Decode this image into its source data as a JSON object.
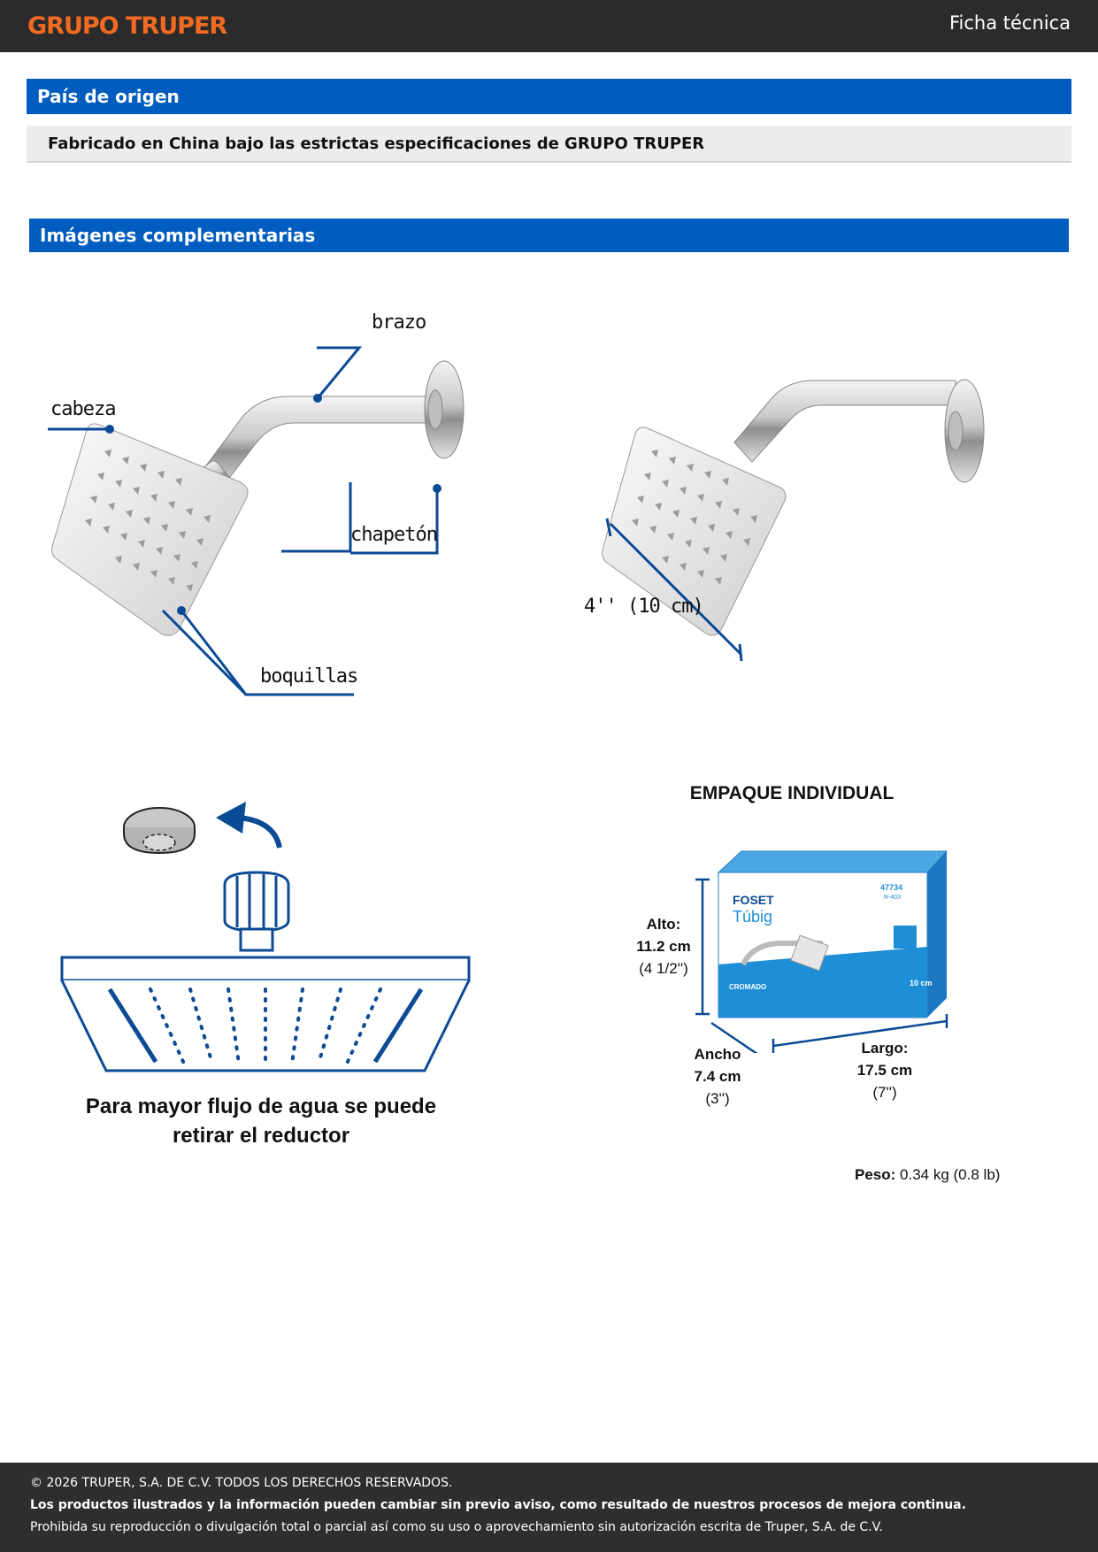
{
  "header": {
    "brand": "GRUPO TRUPER",
    "doc_type": "Ficha técnica"
  },
  "origin": {
    "title": "País de origen",
    "text": "Fabricado en China bajo las estrictas especificaciones de GRUPO TRUPER"
  },
  "images": {
    "title": "Imágenes complementarias",
    "parts": {
      "arm": "brazo",
      "head": "cabeza",
      "flange": "chapetón",
      "nozzles": "boquillas"
    },
    "dimension": "4'' (10 cm)",
    "reducer_note_1": "Para mayor flujo de agua se puede",
    "reducer_note_2": "retirar el reductor"
  },
  "package": {
    "title": "EMPAQUE INDIVIDUAL",
    "height_label": "Alto:",
    "height_cm": "11.2 cm",
    "height_in": "(4 1/2'')",
    "width_label": "Ancho",
    "width_cm": "7.4 cm",
    "width_in": "(3'')",
    "length_label": "Largo:",
    "length_cm": "17.5 cm",
    "length_in": "(7'')",
    "weight_label": "Peso:",
    "weight_value": "0.34 kg (0.8 lb)",
    "box": {
      "brand": "FOSET",
      "line": "Túbig",
      "code": "47734",
      "model": "R-403",
      "finish": "CROMADO",
      "size": "10 cm"
    }
  },
  "footer": {
    "line1": "© 2026 TRUPER, S.A. DE C.V. TODOS LOS DERECHOS RESERVADOS.",
    "line2": "Los productos ilustrados y la información pueden cambiar sin previo aviso, como resultado de nuestros procesos de mejora continua.",
    "line3": "Prohibida su reproducción o divulgación total o parcial así como su uso o aprovechamiento sin autorización escrita de Truper, S.A. de C.V."
  },
  "colors": {
    "brand_orange": "#f26a21",
    "section_blue": "#005cbf",
    "callout_blue": "#0b4a94",
    "box_blue": "#1e8fd6"
  }
}
